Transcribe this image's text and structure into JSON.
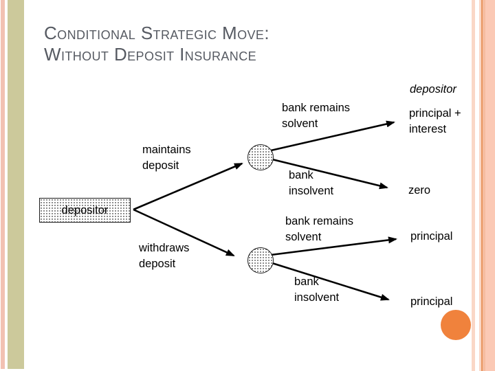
{
  "slide": {
    "title_line1": "Conditional Strategic Move:",
    "title_line2": "Without Deposit Insurance",
    "title_color": "#565a62"
  },
  "tree": {
    "root_label": "depositor",
    "actions": {
      "maintain": {
        "line1": "maintains",
        "line2": "deposit"
      },
      "withdraw": {
        "line1": "withdraws",
        "line2": "deposit"
      }
    },
    "maintain_branch": {
      "solvent": {
        "line1": "bank remains",
        "line2": "solvent"
      },
      "insolvent": {
        "line1": "bank",
        "line2": "insolvent"
      }
    },
    "withdraw_branch": {
      "solvent": {
        "line1": "bank remains",
        "line2": "solvent"
      },
      "insolvent": {
        "line1": "bank",
        "line2": "insolvent"
      }
    },
    "payoff_column_header": "depositor",
    "payoffs": {
      "maintain_solvent_line1": "principal +",
      "maintain_solvent_line2": "interest",
      "maintain_insolvent": "zero",
      "withdraw_solvent": "principal",
      "withdraw_insolvent": "principal"
    }
  },
  "decor": {
    "left_stripe_pink": "#f2c1b2",
    "left_stripe_khaki": "#ccc99b",
    "right_stripe_peach": "#fad7c6",
    "right_stripe_orange_line": "#e8955f",
    "right_stripe_salmon": "#fbc9b5",
    "accent_circle_color": "#f0823c",
    "line_color": "#000000"
  }
}
